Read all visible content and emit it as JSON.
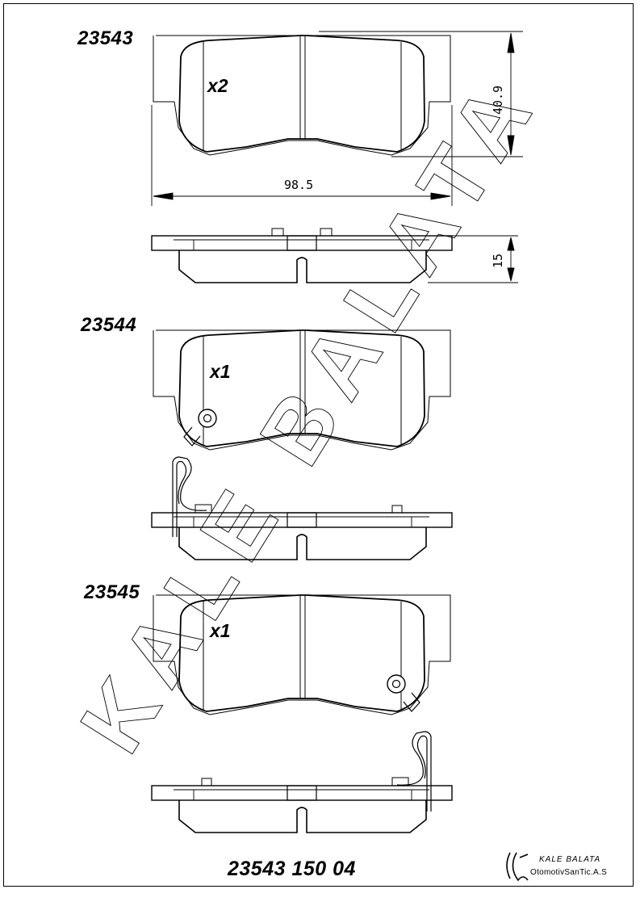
{
  "watermark": {
    "text": "KALE BALATA"
  },
  "parts": [
    {
      "code": "23543",
      "quantity": "x2"
    },
    {
      "code": "23544",
      "quantity": "x1"
    },
    {
      "code": "23545",
      "quantity": "x1"
    }
  ],
  "dimensions": {
    "width": "98.5",
    "height": "40.9",
    "thickness": "15"
  },
  "footer": {
    "reference": "23543 150 04"
  },
  "logo": {
    "line1": "KALE BALATA",
    "line2": "OtomotivSanTic.A.S"
  }
}
